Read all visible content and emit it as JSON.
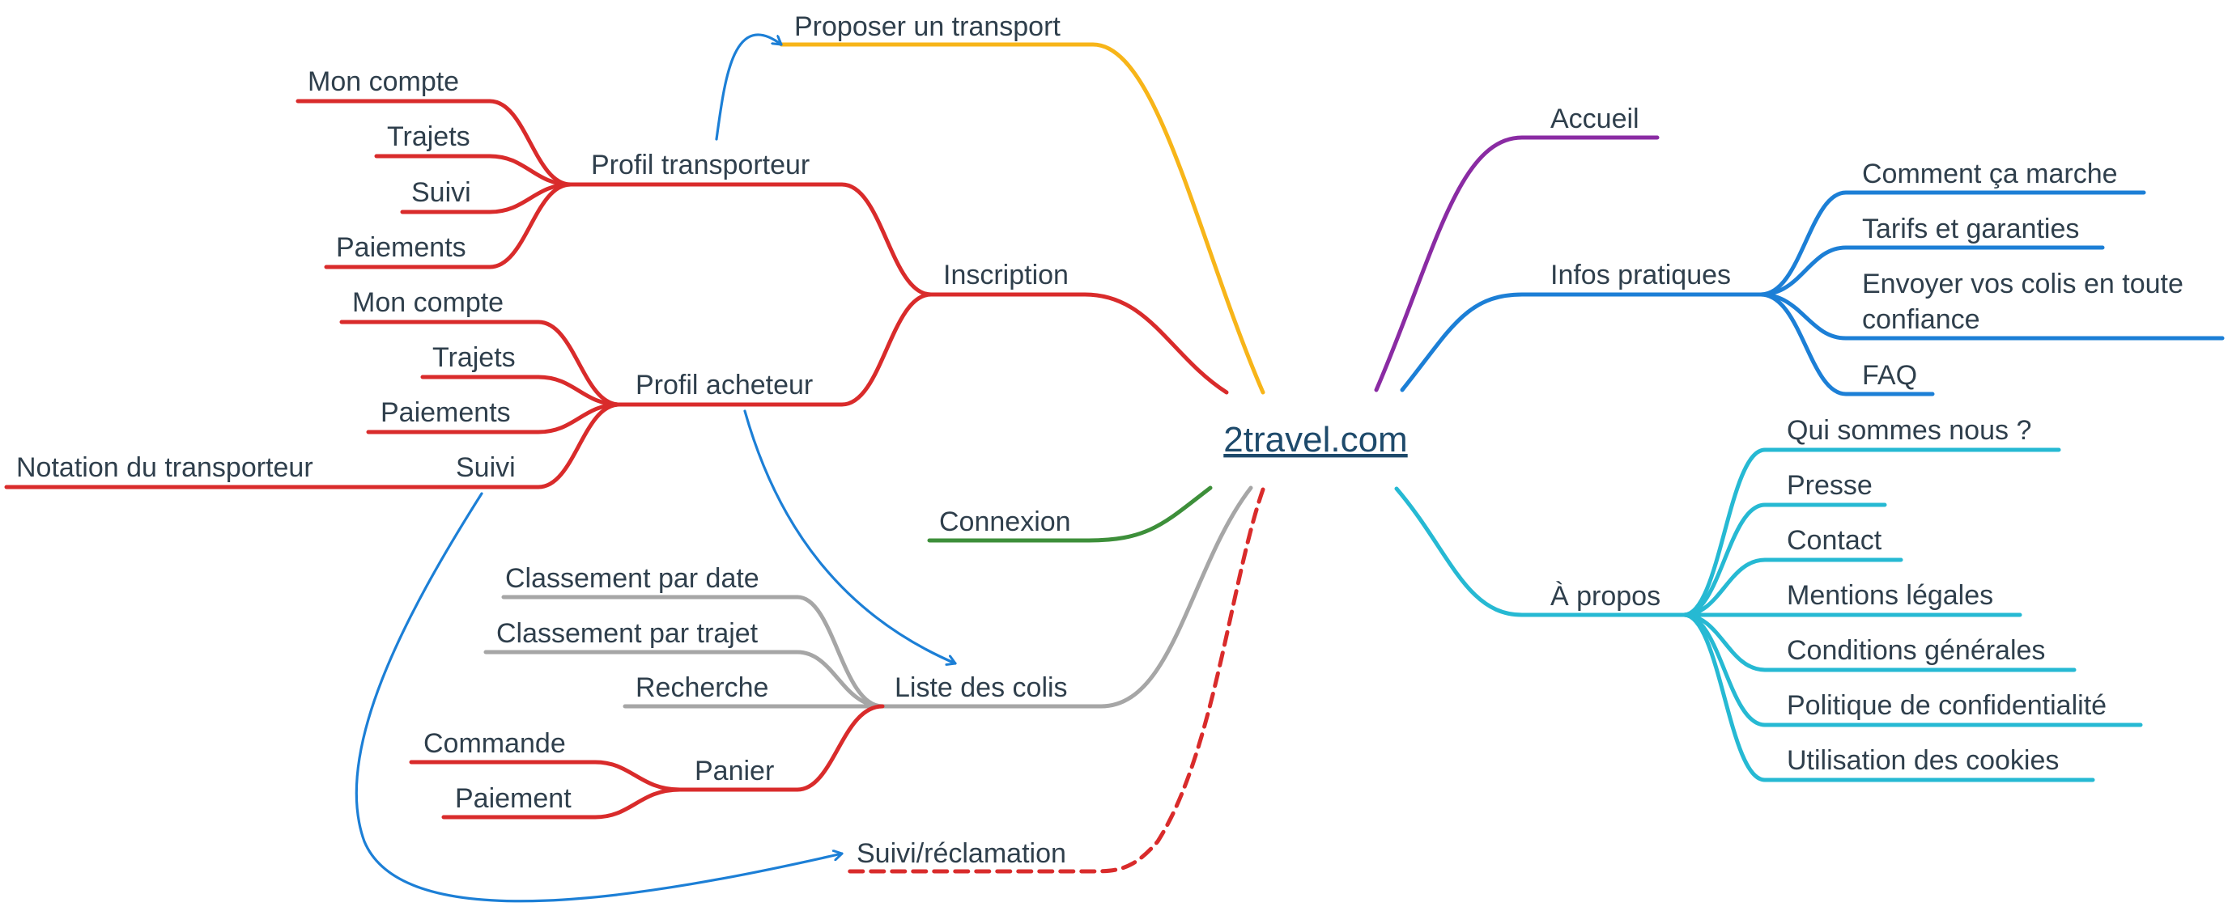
{
  "colors": {
    "red": "#d92b2b",
    "yellow": "#f7b519",
    "green": "#3d8f3a",
    "gray": "#a6a6a6",
    "purple": "#8a2ba3",
    "blue": "#1c7fd6",
    "cyan": "#26b9d3",
    "arrow": "#1c7fd6",
    "text": "#2f3f4c"
  },
  "center": {
    "label": "2travel.com"
  },
  "left": {
    "proposer": "Proposer un transport",
    "inscription": {
      "label": "Inscription",
      "profil_transporteur": {
        "label": "Profil transporteur",
        "items": [
          "Mon compte",
          "Trajets",
          "Suivi",
          "Paiements"
        ]
      },
      "profil_acheteur": {
        "label": "Profil acheteur",
        "items": [
          "Mon compte",
          "Trajets",
          "Paiements",
          "Suivi"
        ],
        "suivi_child": "Notation du transporteur"
      }
    },
    "connexion": "Connexion",
    "liste_colis": {
      "label": "Liste des colis",
      "items": [
        "Classement par date",
        "Classement par trajet",
        "Recherche"
      ],
      "panier": {
        "label": "Panier",
        "items": [
          "Commande",
          "Paiement"
        ]
      }
    },
    "suivi_reclamation": "Suivi/réclamation"
  },
  "right": {
    "accueil": "Accueil",
    "infos_pratiques": {
      "label": "Infos pratiques",
      "items": [
        "Comment ça marche",
        "Tarifs et garanties",
        "Envoyer vos colis en toute",
        "confiance",
        "FAQ"
      ]
    },
    "a_propos": {
      "label": "À propos",
      "items": [
        "Qui sommes nous ?",
        "Presse",
        "Contact",
        "Mentions légales",
        "Conditions générales",
        "Politique de confidentialité",
        "Utilisation des cookies"
      ]
    }
  }
}
